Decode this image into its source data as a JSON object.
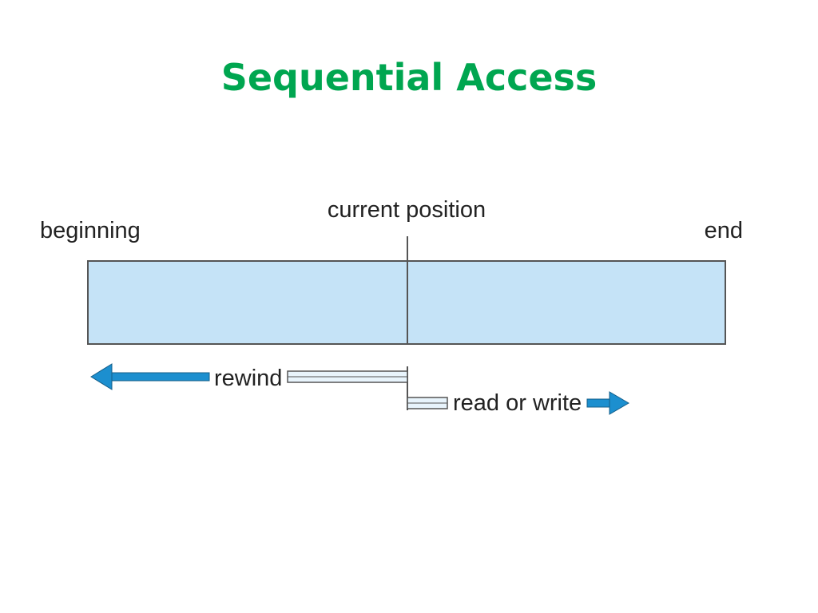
{
  "slide": {
    "title": "Sequential Access"
  },
  "diagram": {
    "labels": {
      "beginning": "beginning",
      "current_position": "current position",
      "end": "end",
      "rewind": "rewind",
      "read_or_write": "read or write"
    },
    "colors": {
      "title": "#00a650",
      "tape_fill": "#c5e3f7",
      "arrow_blue": "#1c8fcf",
      "outline": "#555555"
    }
  }
}
